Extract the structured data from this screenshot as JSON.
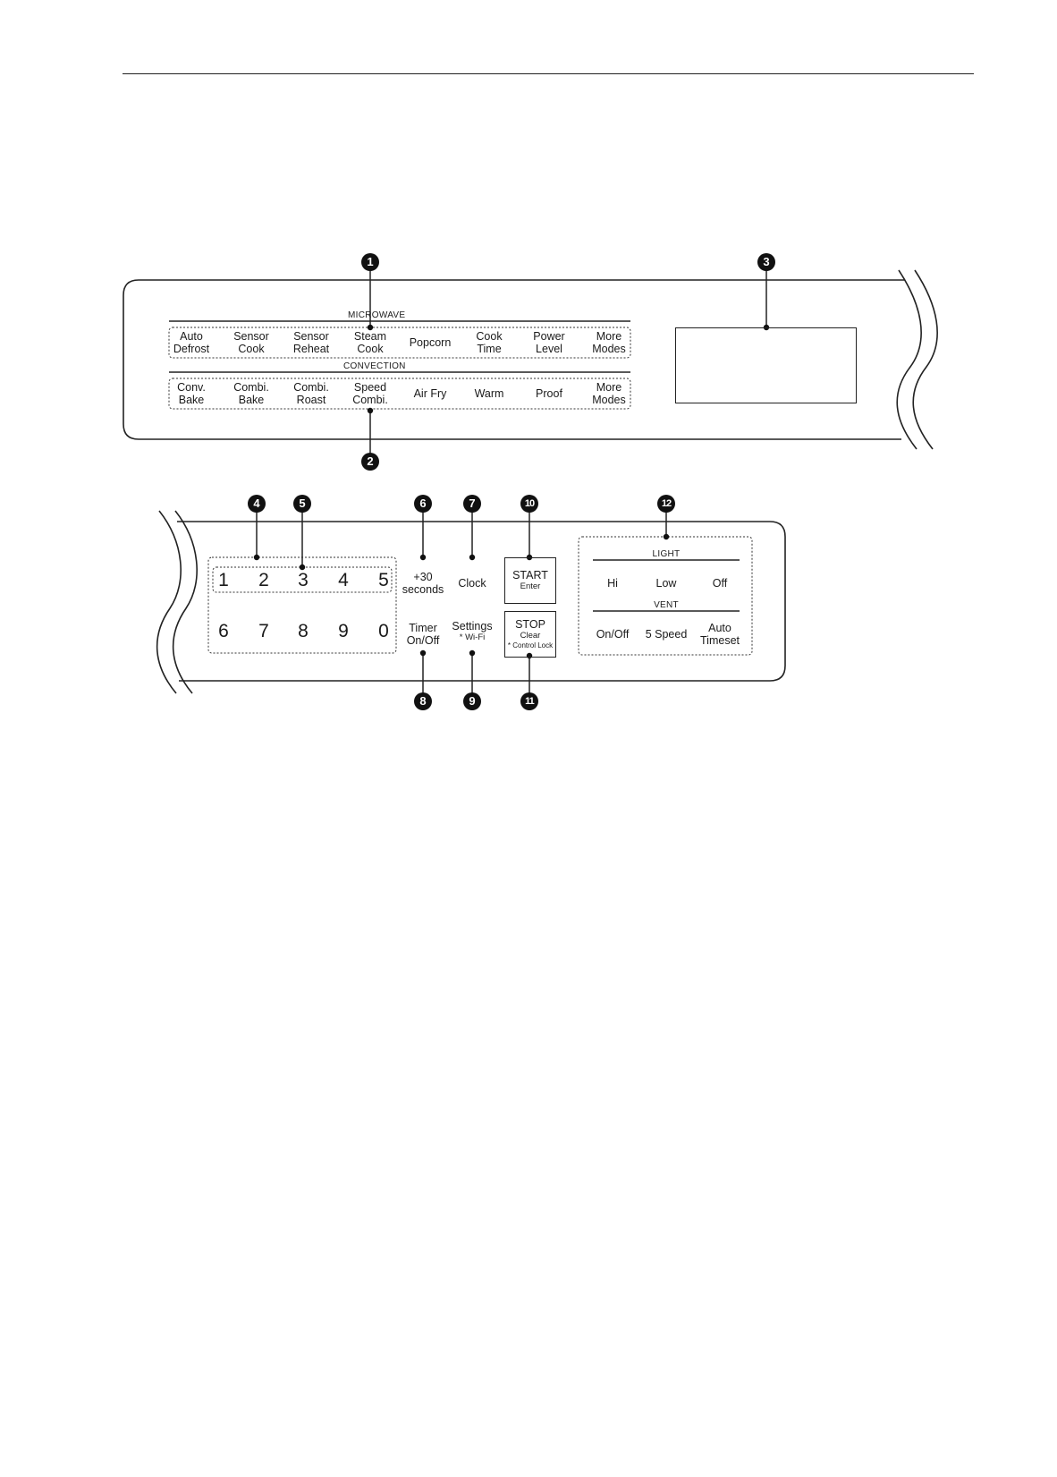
{
  "callouts": [
    "1",
    "2",
    "3",
    "4",
    "5",
    "6",
    "7",
    "8",
    "9",
    "10",
    "11",
    "12"
  ],
  "upper_panel": {
    "microwave_label": "MICROWAVE",
    "convection_label": "CONVECTION",
    "microwave_buttons": [
      "Auto\nDefrost",
      "Sensor\nCook",
      "Sensor\nReheat",
      "Steam\nCook",
      "Popcorn",
      "Cook\nTime",
      "Power\nLevel",
      "More\nModes"
    ],
    "convection_buttons": [
      "Conv.\nBake",
      "Combi.\nBake",
      "Combi.\nRoast",
      "Speed\nCombi.",
      "Air Fry",
      "Warm",
      "Proof",
      "More\nModes"
    ]
  },
  "lower_panel": {
    "numbers_top": [
      "1",
      "2",
      "3",
      "4",
      "5"
    ],
    "numbers_bottom": [
      "6",
      "7",
      "8",
      "9",
      "0"
    ],
    "add30": "+30\nseconds",
    "clock": "Clock",
    "timer": "Timer\nOn/Off",
    "settings": "Settings",
    "settings_sub": "* Wi-Fi",
    "start": "START",
    "start_sub": "Enter",
    "stop": "STOP",
    "stop_sub": "Clear",
    "stop_sub2": "* Control Lock",
    "light_label": "LIGHT",
    "vent_label": "VENT",
    "light_buttons": [
      "Hi",
      "Low",
      "Off"
    ],
    "vent_buttons": [
      "On/Off",
      "5 Speed",
      "Auto\nTimeset"
    ]
  }
}
